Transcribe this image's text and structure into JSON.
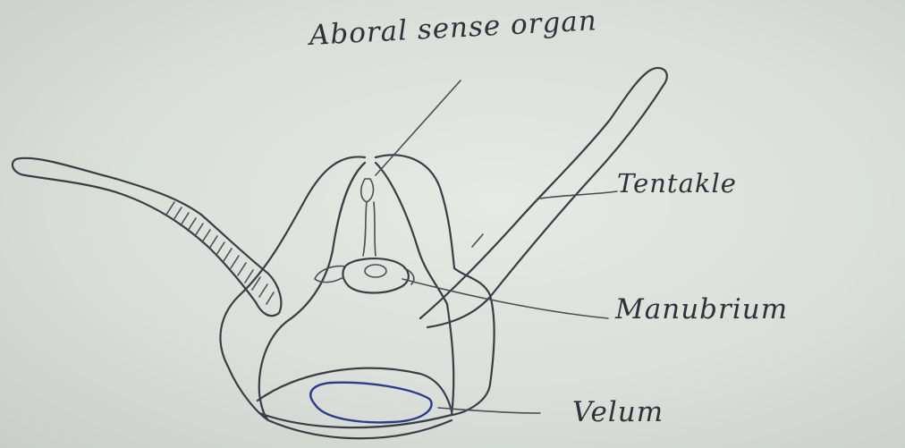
{
  "labels": {
    "aboral_sense_organ": "Aboral sense organ",
    "tentacle": "Tentakle",
    "manubrium": "Manubrium",
    "velum": "Velum"
  },
  "colors": {
    "paper": "#dadfd9",
    "ink": "#3a3d45",
    "velum_ink": "#2b3a8a"
  }
}
